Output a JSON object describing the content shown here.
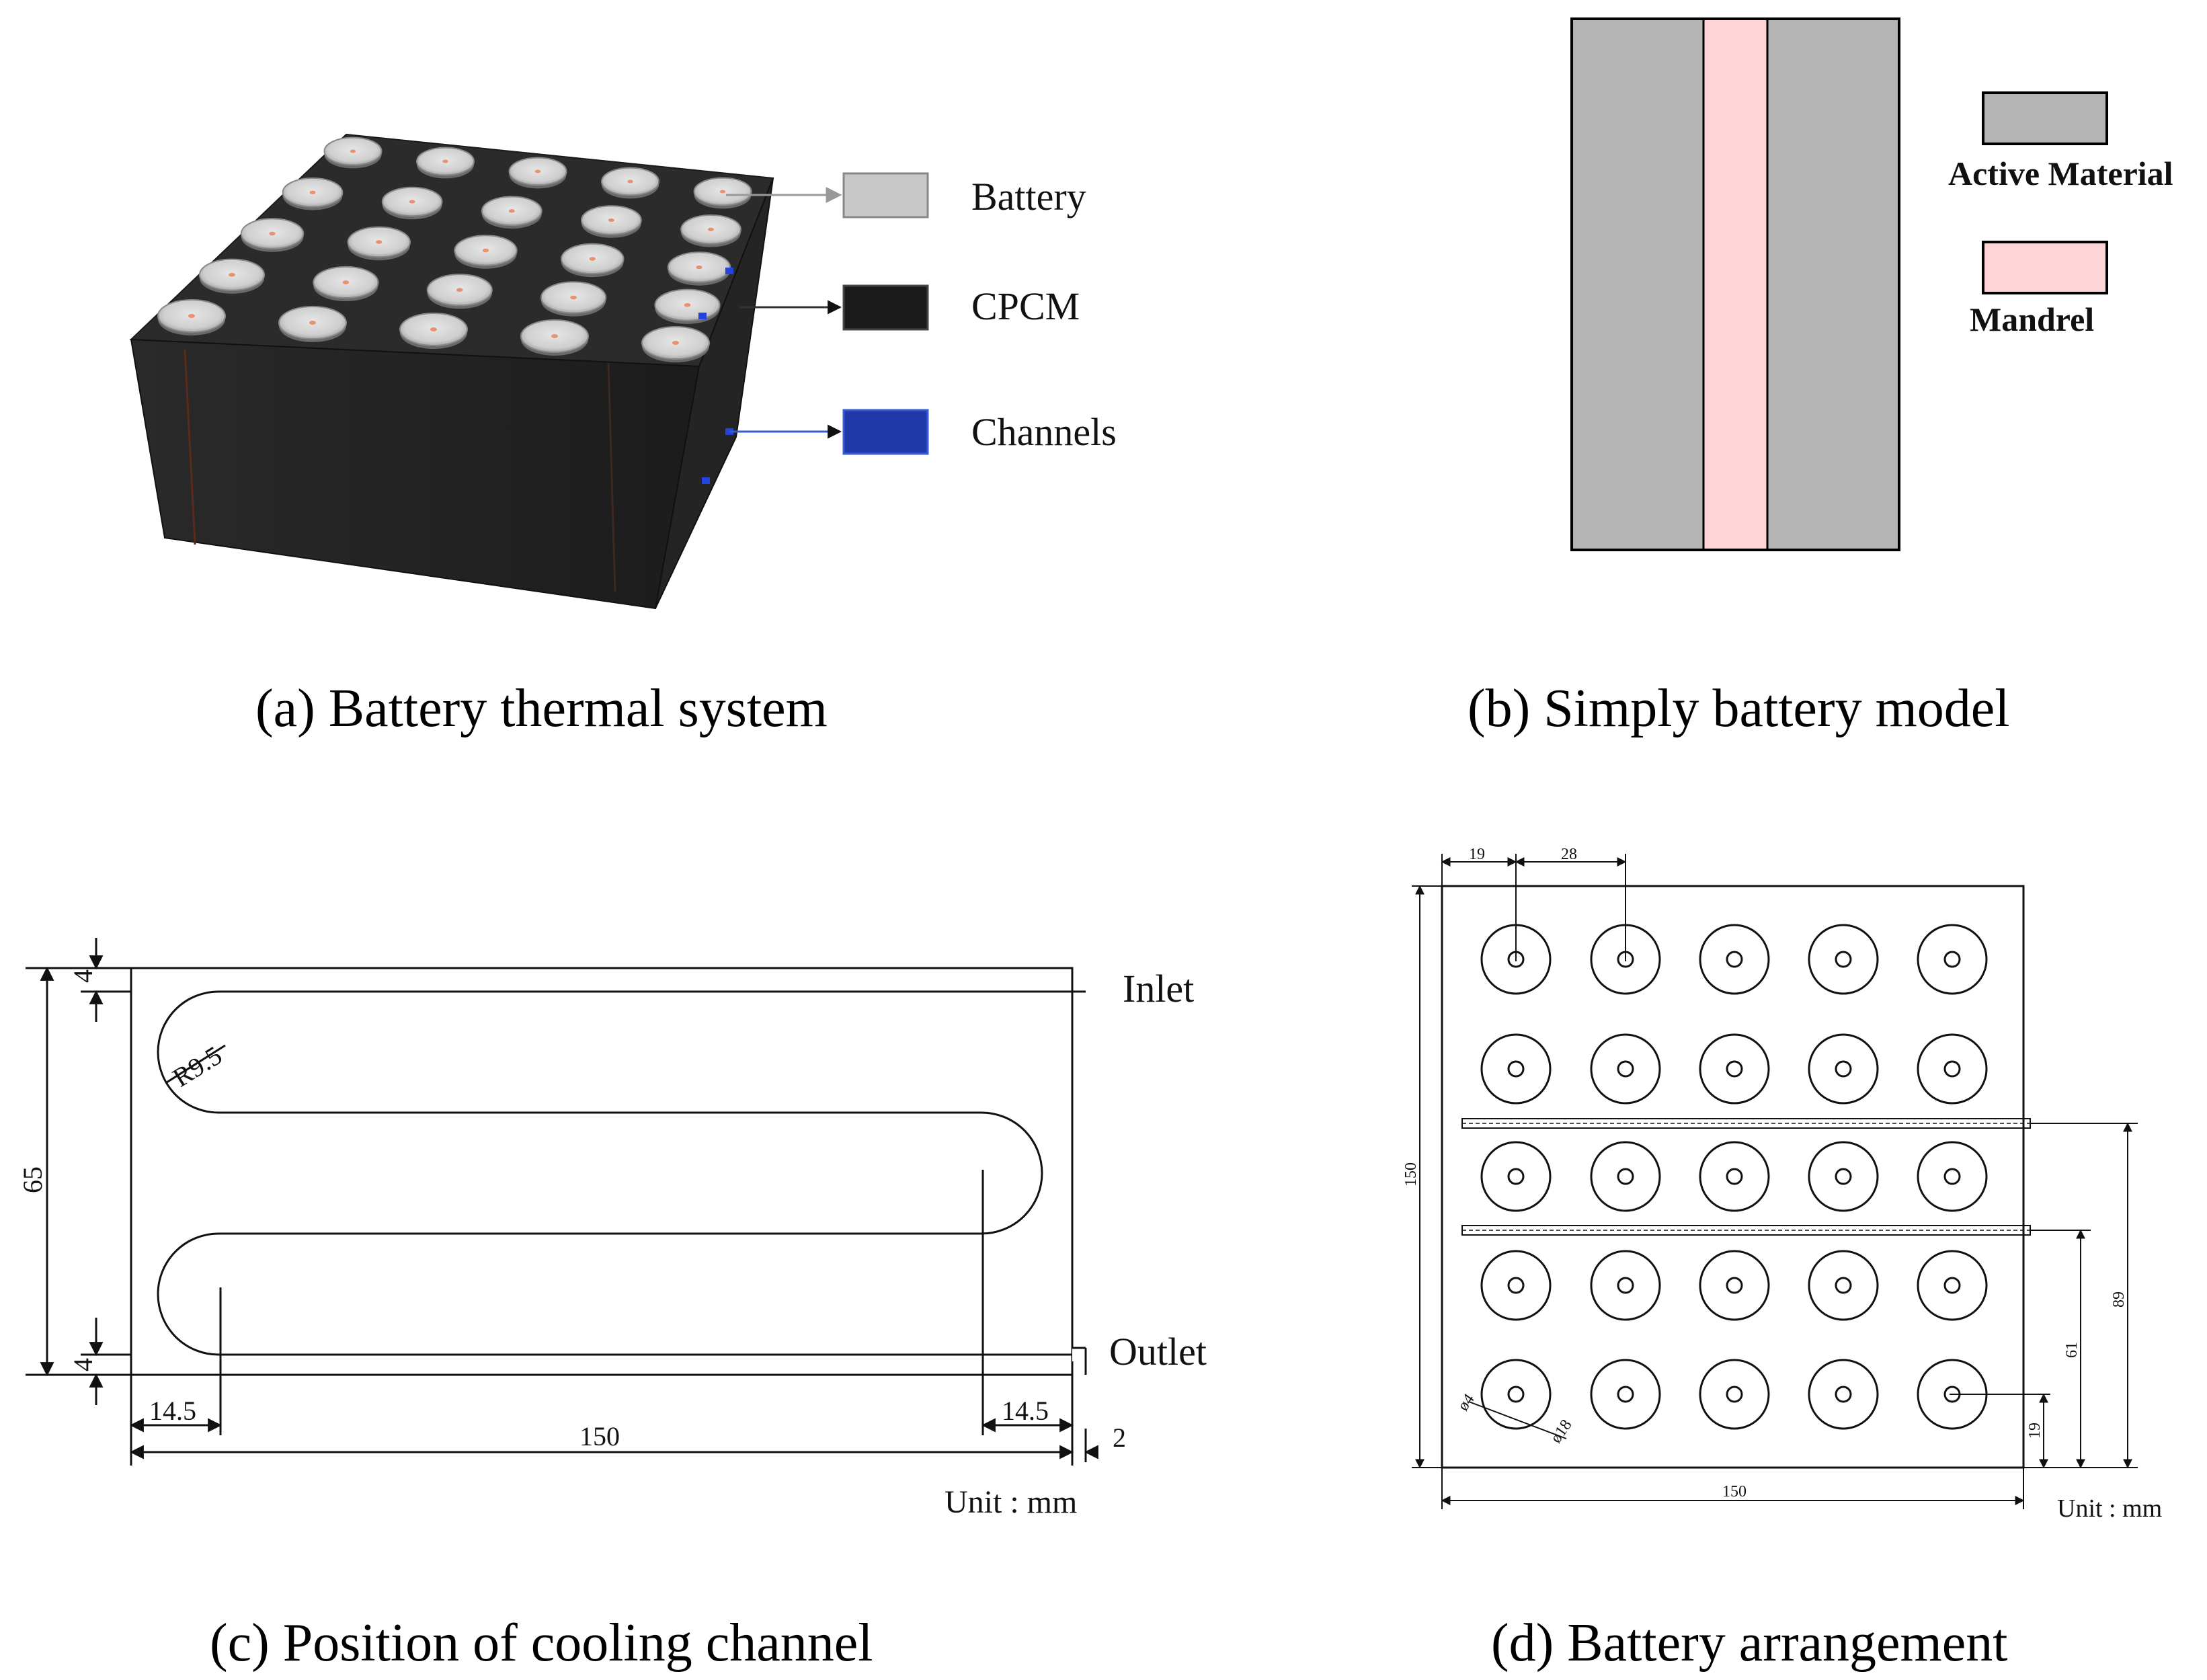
{
  "panel_a": {
    "caption": "(a) Battery thermal system",
    "legend": [
      {
        "label": "Battery",
        "color": "#c8c8c8"
      },
      {
        "label": "CPCM",
        "color": "#1a1a1a"
      },
      {
        "label": "Channels",
        "color": "#1f3aa8"
      }
    ]
  },
  "panel_b": {
    "caption": "(b) Simply battery model",
    "legend": [
      {
        "label": "Active Material",
        "color": "#b4b4b4"
      },
      {
        "label": "Mandrel",
        "color": "#ffd4d6"
      }
    ]
  },
  "panel_c": {
    "caption": "(c) Position of cooling channel",
    "inlet": "Inlet",
    "outlet": "Outlet",
    "unit": "Unit : mm",
    "dims": {
      "radius": "R9.5",
      "height": "65",
      "top_offset": "4",
      "bottom_offset": "4",
      "left_offset": "14.5",
      "right_offset": "14.5",
      "width": "150",
      "overhang": "2"
    }
  },
  "panel_d": {
    "caption": "(d) Battery arrangement",
    "unit": "Unit : mm",
    "dims": {
      "x_first": "19",
      "pitch": "28",
      "height": "150",
      "width": "150",
      "bottom_first": "19",
      "channel_low": "61",
      "channel_high": "89",
      "inner_diameter": "ø4",
      "outer_diameter": "ø18"
    }
  }
}
